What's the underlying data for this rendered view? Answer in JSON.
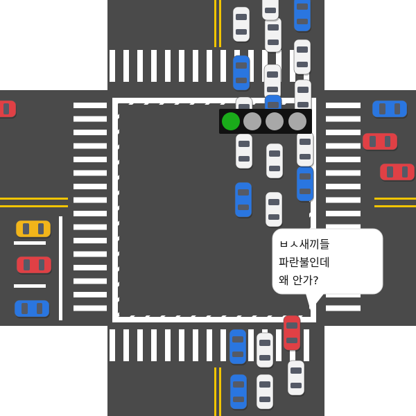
{
  "traffic_light": {
    "active_light": "green",
    "colors": {
      "on": "#1aab1a",
      "off": "#a8a8a8",
      "housing": "#111111"
    }
  },
  "colors": {
    "road": "#4a4a4a",
    "markings": "#ffffff",
    "center_line": "#f2c500",
    "background": "#ffffff"
  },
  "car_colors": {
    "white": "#f2f2f2",
    "blue": "#2a76e0",
    "red": "#e04045",
    "yellow": "#f2b51a"
  },
  "speech_bubble": {
    "lines": [
      "ㅂㅅ새끼들",
      "파란불인데",
      "왜 안가?"
    ]
  },
  "cars": [
    {
      "color": "white",
      "dir": "v"
    },
    {
      "color": "white",
      "dir": "v"
    },
    {
      "color": "blue",
      "dir": "v"
    },
    {
      "color": "white",
      "dir": "v"
    },
    {
      "color": "blue",
      "dir": "v"
    },
    {
      "color": "white",
      "dir": "v"
    },
    {
      "color": "white",
      "dir": "v"
    },
    {
      "color": "white",
      "dir": "v"
    },
    {
      "color": "blue",
      "dir": "v"
    },
    {
      "color": "white",
      "dir": "v"
    },
    {
      "color": "white",
      "dir": "v"
    },
    {
      "color": "white",
      "dir": "v"
    },
    {
      "color": "blue",
      "dir": "v"
    },
    {
      "color": "white",
      "dir": "v"
    },
    {
      "color": "blue",
      "dir": "v"
    },
    {
      "color": "white",
      "dir": "v"
    },
    {
      "color": "red",
      "dir": "v"
    },
    {
      "color": "blue",
      "dir": "v"
    },
    {
      "color": "white",
      "dir": "v"
    },
    {
      "color": "white",
      "dir": "v"
    },
    {
      "color": "blue",
      "dir": "v"
    },
    {
      "color": "white",
      "dir": "v"
    },
    {
      "color": "blue",
      "dir": "h"
    },
    {
      "color": "red",
      "dir": "h"
    },
    {
      "color": "red",
      "dir": "h"
    },
    {
      "color": "yellow",
      "dir": "h"
    },
    {
      "color": "red",
      "dir": "h"
    },
    {
      "color": "blue",
      "dir": "h"
    },
    {
      "color": "red",
      "dir": "h"
    }
  ]
}
